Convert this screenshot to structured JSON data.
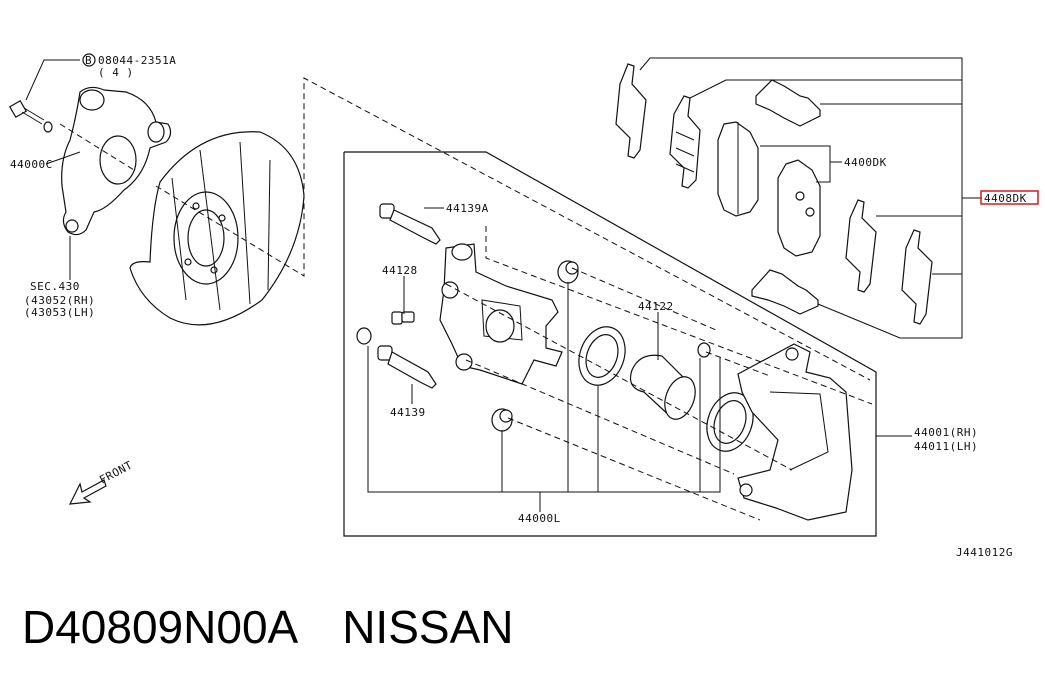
{
  "diagram": {
    "labels": {
      "bolt_ref": "08044-2351A",
      "bolt_qty": "( 4 )",
      "bolt_marker": "B",
      "washer": "44000C",
      "sec": "SEC.430",
      "sec_rh": "(43052(RH)",
      "sec_lh": "(43053(LH)",
      "pin_bolt_a": "44139A",
      "bleeder": "44128",
      "pin_bolt": "44139",
      "piston": "44122",
      "pad_kit": "4400DK",
      "hardware_kit": "4408DK",
      "caliper_rh": "44001(RH)",
      "caliper_lh": "44011(LH)",
      "seal_kit": "44000L",
      "front": "FRONT",
      "drawing_code": "J441012G"
    },
    "highlight_color": "#e0161b"
  },
  "footer": {
    "part_number": "D40809N00A",
    "brand": "NISSAN"
  }
}
